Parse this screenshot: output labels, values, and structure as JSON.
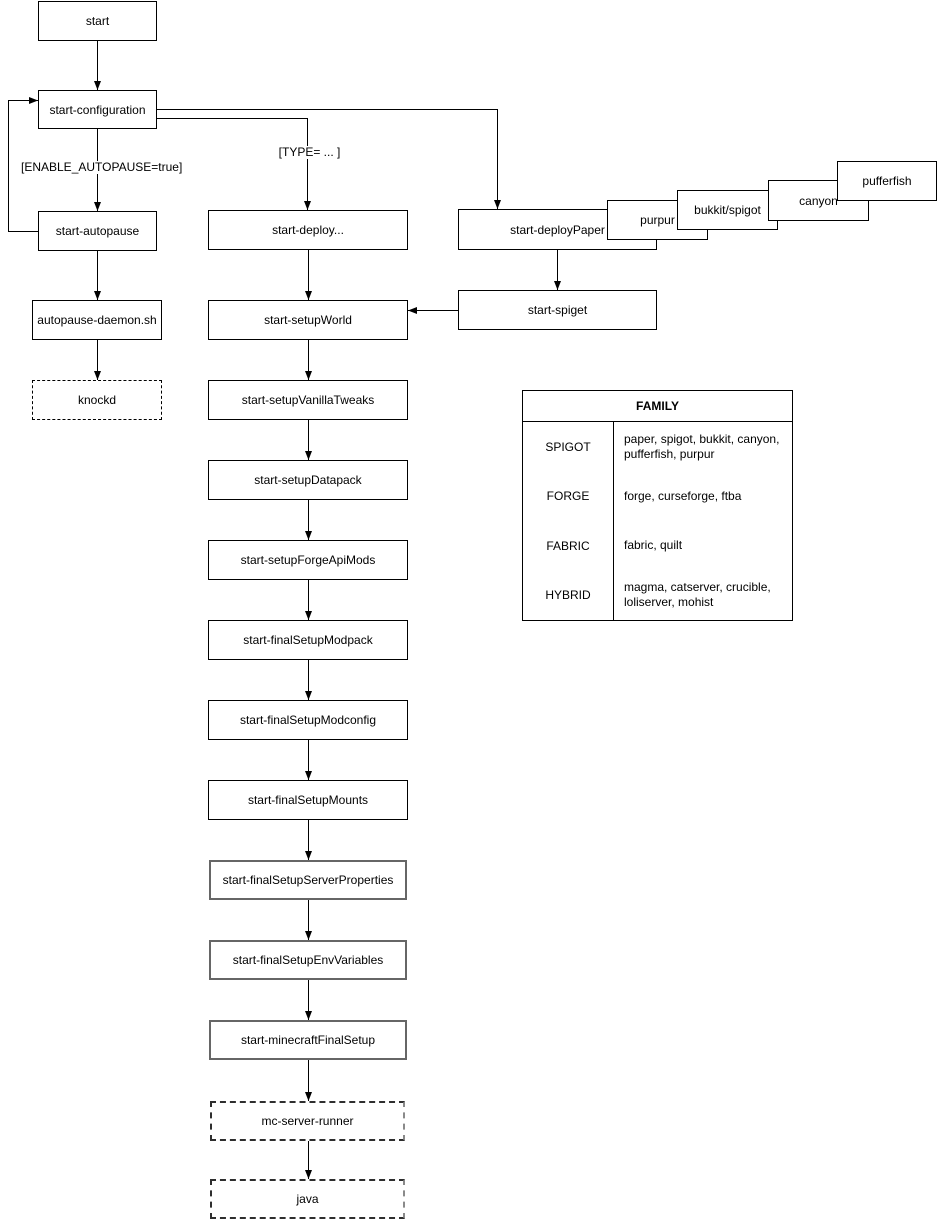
{
  "colors": {
    "stroke": "#000000",
    "gray_stroke": "#666666",
    "background": "#ffffff",
    "text": "#000000"
  },
  "flowchart": {
    "nodes": {
      "start": "start",
      "start-configuration": "start-configuration",
      "start-autopause": "start-autopause",
      "autopause-daemon": "autopause-daemon.sh",
      "knockd": "knockd",
      "start-deploy": "start-deploy...",
      "start-deployPaper": "start-deployPaper",
      "purpur": "purpur",
      "bukkit-spigot": "bukkit/spigot",
      "canyon": "canyon",
      "pufferfish": "pufferfish",
      "start-spiget": "start-spiget",
      "start-setupWorld": "start-setupWorld",
      "start-setupVanillaTweaks": "start-setupVanillaTweaks",
      "start-setupDatapack": "start-setupDatapack",
      "start-setupForgeApiMods": "start-setupForgeApiMods",
      "start-finalSetupModpack": "start-finalSetupModpack",
      "start-finalSetupModconfig": "start-finalSetupModconfig",
      "start-finalSetupMounts": "start-finalSetupMounts",
      "start-finalSetupServerProperties": "start-finalSetupServerProperties",
      "start-finalSetupEnvVariables": "start-finalSetupEnvVariables",
      "start-minecraftFinalSetup": "start-minecraftFinalSetup",
      "mc-server-runner": "mc-server-runner",
      "java": "java"
    },
    "edge_labels": {
      "autopause_condition": "[ENABLE_AUTOPAUSE=true]",
      "type_condition": "[TYPE= ... ]"
    }
  },
  "family_table": {
    "title": "FAMILY",
    "rows": [
      {
        "family": "SPIGOT",
        "members": "paper, spigot, bukkit, canyon, pufferfish, purpur"
      },
      {
        "family": "FORGE",
        "members": "forge, curseforge, ftba"
      },
      {
        "family": "FABRIC",
        "members": "fabric, quilt"
      },
      {
        "family": "HYBRID",
        "members": "magma, catserver, crucible, loliserver, mohist"
      }
    ]
  }
}
